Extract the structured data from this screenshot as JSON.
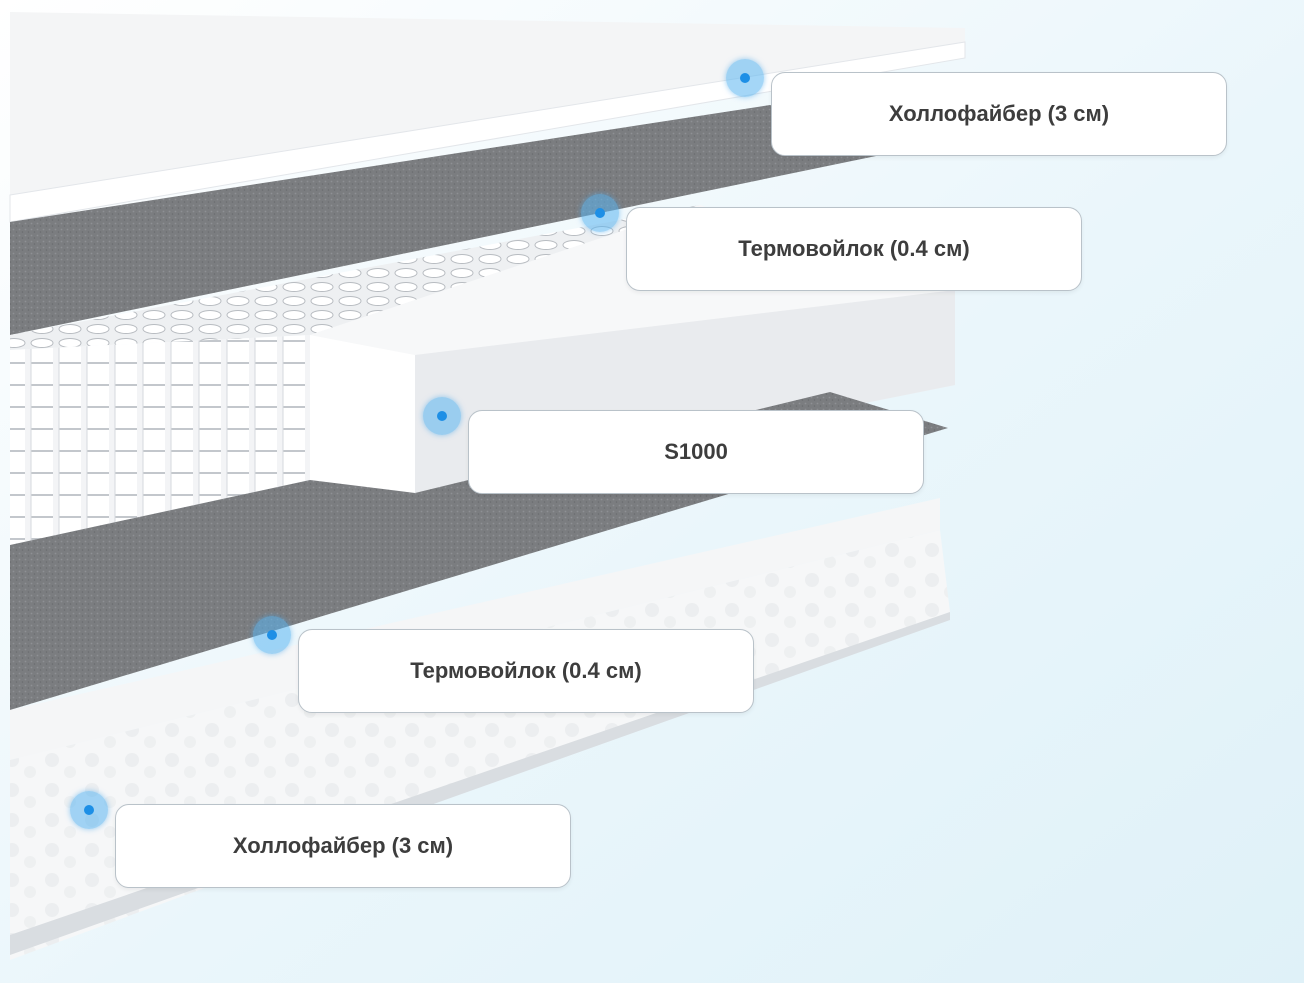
{
  "layers": [
    {
      "label": "Холлофайбер (3 см)"
    },
    {
      "label": "Термовойлок (0.4 см)"
    },
    {
      "label": "S1000"
    },
    {
      "label": "Термовойлок (0.4 см)"
    },
    {
      "label": "Холлофайбер (3 см)"
    }
  ],
  "colors": {
    "accent": "#1d8fe6",
    "felt": "#7d7f82",
    "background_tint": "#e6f4fa"
  }
}
